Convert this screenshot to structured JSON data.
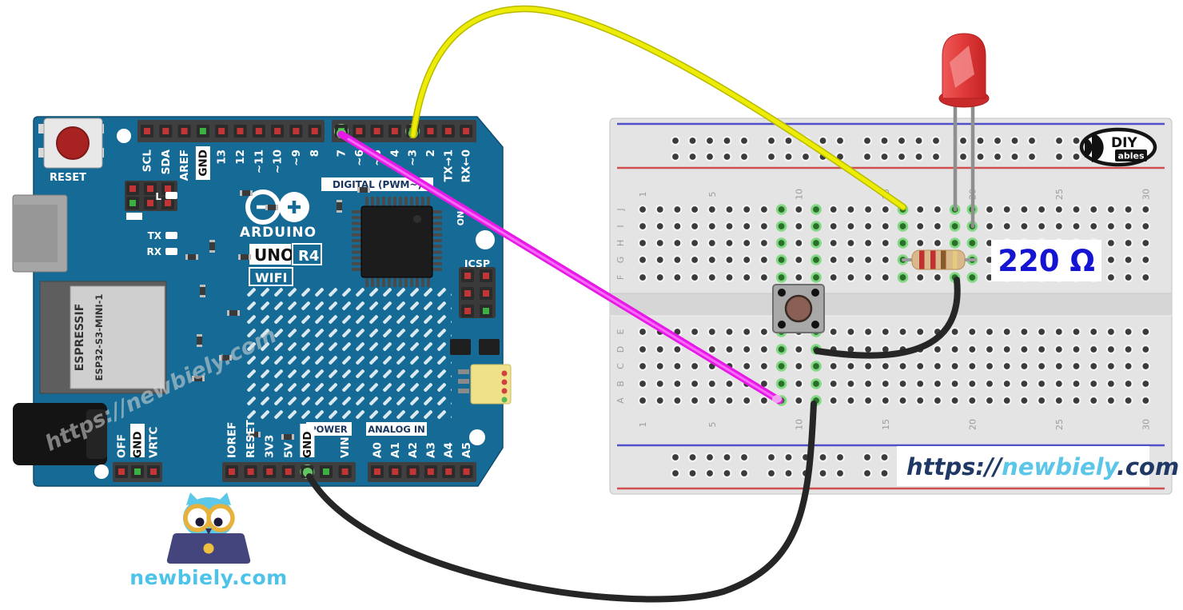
{
  "arduino": {
    "reset_label": "RESET",
    "digital_header_label": "DIGITAL (PWM~)",
    "brand": "ARDUINO",
    "model": {
      "uno": "UNO",
      "r4": "R4",
      "wifi": "WIFI"
    },
    "icsp_label": "ICSP",
    "on_label": "ON",
    "led_labels": {
      "l": "L",
      "tx": "TX",
      "rx": "RX"
    },
    "module": {
      "line1": "ESPRESSIF",
      "line2": "ESP32-S3-MINI-1"
    },
    "section_labels": {
      "power": "POWER",
      "analog": "ANALOG IN"
    },
    "top_pins": [
      {
        "label": "SCL"
      },
      {
        "label": "SDA"
      },
      {
        "label": "AREF"
      },
      {
        "label": "GND",
        "boxed": true,
        "green": true
      },
      {
        "label": "13"
      },
      {
        "label": "12"
      },
      {
        "label": "~11"
      },
      {
        "label": "~10"
      },
      {
        "label": "~9"
      },
      {
        "label": "8"
      },
      {
        "label": "7",
        "green": true,
        "glow": true
      },
      {
        "label": "~6"
      },
      {
        "label": "~5"
      },
      {
        "label": "4"
      },
      {
        "label": "~3",
        "green": true,
        "glow": true
      },
      {
        "label": "2"
      },
      {
        "label": "TX→1"
      },
      {
        "label": "RX←0"
      }
    ],
    "left_pins": [
      {
        "label": "OFF"
      },
      {
        "label": "GND",
        "boxed": true,
        "green": true
      },
      {
        "label": "VRTC"
      }
    ],
    "power_pins": [
      {
        "label": "IOREF"
      },
      {
        "label": "RESET"
      },
      {
        "label": "3V3"
      },
      {
        "label": "5V"
      },
      {
        "label": "GND",
        "boxed": true,
        "green": true,
        "glow": true
      },
      {
        "label": "",
        "green": true
      },
      {
        "label": "VIN"
      }
    ],
    "analog_pins": [
      {
        "label": "A0"
      },
      {
        "label": "A1"
      },
      {
        "label": "A2"
      },
      {
        "label": "A3"
      },
      {
        "label": "A4"
      },
      {
        "label": "A5"
      }
    ],
    "watermark": "https://newbiely.com"
  },
  "breadboard": {
    "row_letters_top": [
      "J",
      "I",
      "H",
      "G",
      "F"
    ],
    "row_letters_bottom": [
      "E",
      "D",
      "C",
      "B",
      "A"
    ],
    "column_numbers": [
      "1",
      "5",
      "10",
      "15",
      "20",
      "25",
      "30"
    ],
    "column_number_positions": [
      1,
      5,
      10,
      15,
      20,
      25,
      30
    ],
    "green_columns_top": [
      9,
      11,
      16,
      19,
      20
    ],
    "green_columns_bottom": [
      9,
      11
    ],
    "logo": {
      "diy": "DIY",
      "ables": "ables"
    },
    "url_label": {
      "prefix": "https://",
      "site": "newbiely",
      "tld": ".com"
    }
  },
  "annotation": {
    "resistor_value": "220 Ω",
    "value_color": "#1414d2"
  },
  "mascot": {
    "site": "newbiely.com"
  },
  "wires": [
    {
      "name": "led-signal-wire",
      "color": "#ecec06"
    },
    {
      "name": "button-signal-wire",
      "color": "#e61ae6"
    },
    {
      "name": "led-to-button-wire",
      "color": "#262626"
    },
    {
      "name": "ground-wire",
      "color": "#262626"
    }
  ],
  "components": {
    "led_color": "#e23b3b",
    "resistor_bands": [
      "red",
      "red",
      "brown",
      "gold"
    ],
    "button_cap_color": "#8a6055"
  }
}
